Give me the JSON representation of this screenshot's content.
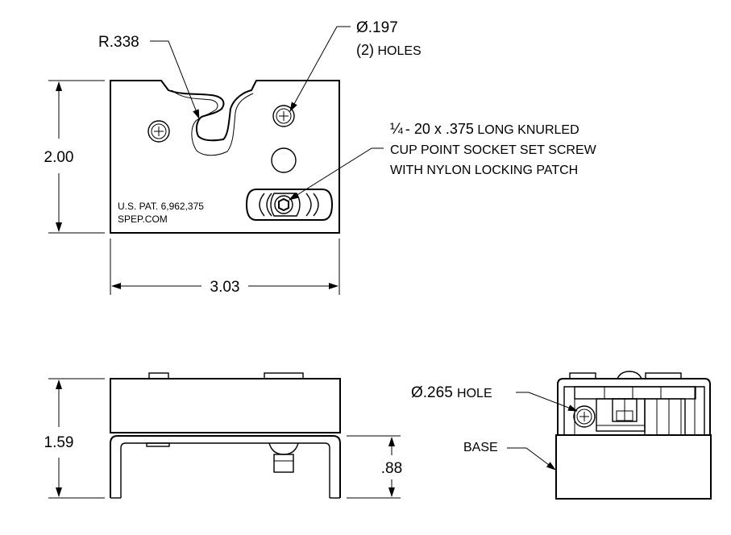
{
  "top_view": {
    "dim_height": "2.00",
    "dim_width": "3.03",
    "radius_label": "R.338",
    "hole_dia": "Ø.197",
    "hole_count_num": "(2)",
    "hole_count_word": "HOLES",
    "screw_frac": "¼",
    "screw_spec": "- 20 x .375",
    "screw_line1_tail": "LONG KNURLED",
    "screw_line2": "CUP POINT SOCKET SET SCREW",
    "screw_line3": "WITH NYLON LOCKING PATCH",
    "patent": "U.S. PAT. 6,962,375",
    "website": "SPEP.COM"
  },
  "front_view": {
    "dim_total_height": "1.59",
    "dim_leg_height": ".88"
  },
  "side_view": {
    "hole_dia": "Ø.265",
    "hole_word": "HOLE",
    "base_label": "BASE"
  }
}
